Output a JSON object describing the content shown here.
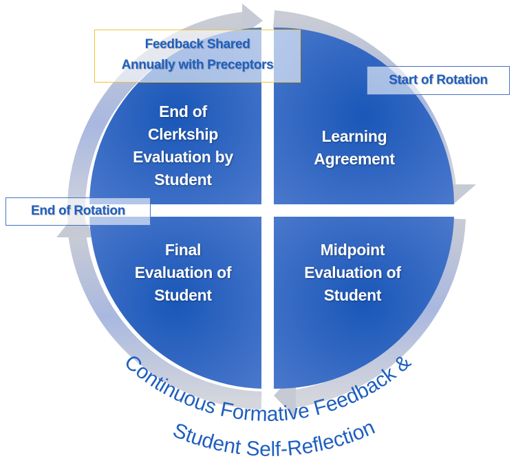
{
  "quadrants": {
    "top_left": [
      "End of",
      "Clerkship",
      "Evaluation by",
      "Student"
    ],
    "top_right": [
      "Learning",
      "Agreement"
    ],
    "bottom_left": [
      "Final",
      "Evaluation of",
      "Student"
    ],
    "bottom_right": [
      "Midpoint",
      "Evaluation of",
      "Student"
    ]
  },
  "labels": {
    "feedback": [
      "Feedback Shared",
      "Annually with Preceptors"
    ],
    "start": "Start of Rotation",
    "end": "End of Rotation"
  },
  "caption": {
    "line1": "Continuous Formative Feedback &",
    "line2": "Student Self-Reflection"
  },
  "colors": {
    "quadrant_blue": "#2f62c0",
    "ring_gray": "#c8ccd6",
    "caption_blue": "#1f5fbf",
    "feedback_border": "#f2c23a",
    "label_border": "#4472c4"
  }
}
